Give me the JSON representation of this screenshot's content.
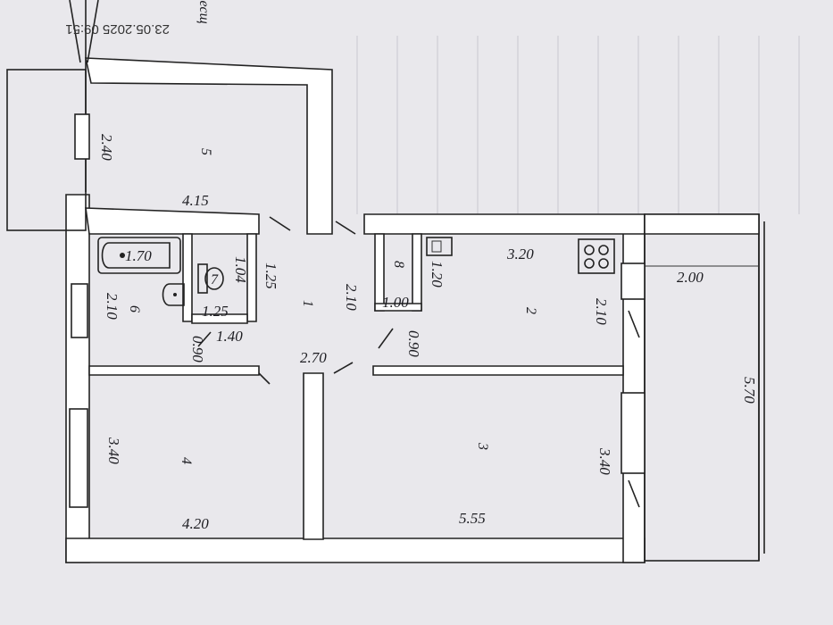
{
  "header": {
    "timestamp": "23.05.2025 09:51",
    "partial_word": "ieсщ"
  },
  "rooms": [
    {
      "id": "1",
      "label": "1"
    },
    {
      "id": "2",
      "label": "2"
    },
    {
      "id": "3",
      "label": "3"
    },
    {
      "id": "4",
      "label": "4"
    },
    {
      "id": "5",
      "label": "5"
    },
    {
      "id": "6",
      "label": "6"
    },
    {
      "id": "7",
      "label": "7"
    },
    {
      "id": "8",
      "label": "8"
    }
  ],
  "dimensions": {
    "d_240": "2.40",
    "d_415": "4.15",
    "d_170": "1.70",
    "d_104": "1.04",
    "d_125a": "1.25",
    "d_125b": "1.25",
    "d_140": "1.40",
    "d_210_bath": "2.10",
    "d_090_left": "0.90",
    "d_210_hall": "2.10",
    "d_120": "1.20",
    "d_100": "1.00",
    "d_320": "3.20",
    "d_200": "2.00",
    "d_210_kitchen": "2.10",
    "d_090_mid": "0.90",
    "d_270": "2.70",
    "d_570": "5.70",
    "d_340_left": "3.40",
    "d_340_right": "3.40",
    "d_420": "4.20",
    "d_555": "5.55"
  }
}
